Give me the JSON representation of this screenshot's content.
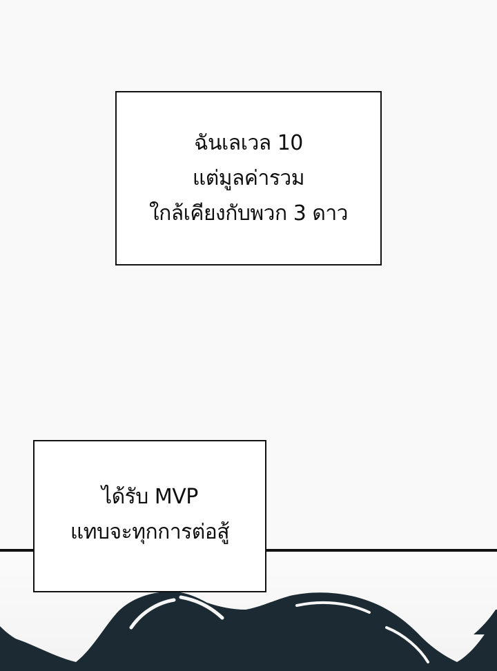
{
  "captions": [
    {
      "lines": [
        "ฉันเลเวล 10",
        "แต่มูลค่ารวม",
        "ใกล้เคียงกับพวก 3 ดาว"
      ]
    },
    {
      "lines": [
        "ได้รับ MVP",
        "แทบจะทุกการต่อสู้"
      ]
    }
  ],
  "colors": {
    "border": "#111111",
    "text": "#0f0f0f",
    "hair": "#1c2a33",
    "background": "#f9f9f9"
  },
  "icons": {
    "artwork": "character-hair-silhouette"
  }
}
